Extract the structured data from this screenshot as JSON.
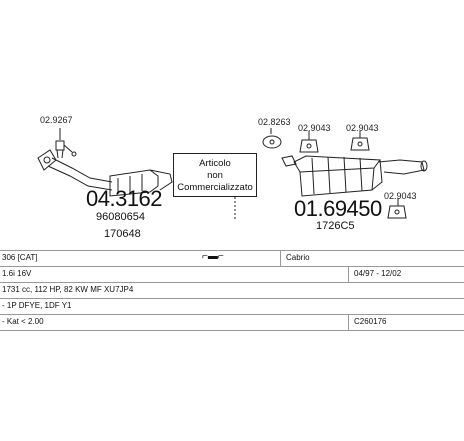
{
  "parts": {
    "left_clamp_code": "02.9267",
    "front_pipe_code": "04.3162",
    "front_pipe_oe": "96080654",
    "front_pipe_ref": "170648",
    "notice_line1": "Articolo",
    "notice_line2": "non",
    "notice_line3": "Commercializzato",
    "mount_code_a": "02.8263",
    "mount_code_b": "02.9043",
    "mount_code_c": "02.9043",
    "mount_code_d": "02.9043",
    "rear_box_code": "01.69450",
    "rear_box_ref": "1726C5"
  },
  "table": {
    "row1": {
      "col1": "306 [CAT]",
      "col2": "Cabrio"
    },
    "row2": {
      "col1": "1.6i 16V",
      "col2": "04/97 - 12/02"
    },
    "row3": {
      "col1": "1731 cc, 112 HP, 82 KW MF XU7JP4"
    },
    "row4": {
      "col1": "- 1P DFYE, 1DF Y1"
    },
    "row5": {
      "col1": "- Kat < 2.00",
      "col2": "C260176"
    }
  },
  "colors": {
    "line": "#222222",
    "grid": "#999999"
  }
}
